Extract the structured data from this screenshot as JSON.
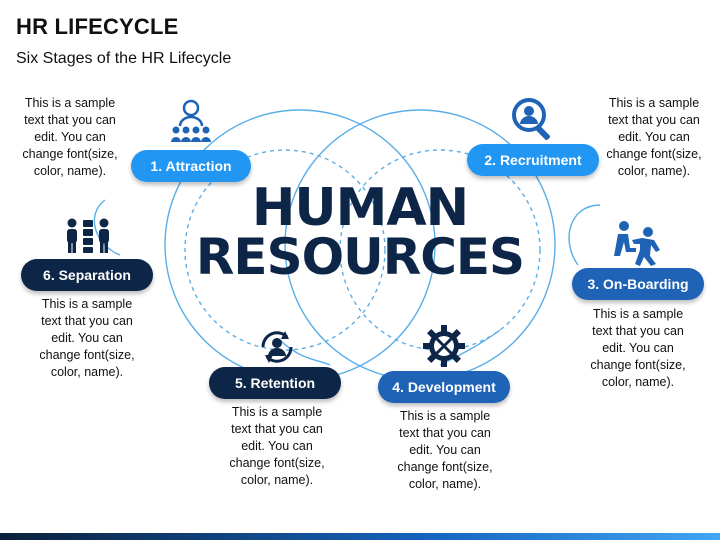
{
  "title": "HR LIFECYCLE",
  "subtitle": "Six Stages of the HR Lifecycle",
  "center": {
    "line1": "HUMAN",
    "line2": "RESOURCES"
  },
  "colors": {
    "dark_navy": "#0d2546",
    "mid_blue": "#1f63b6",
    "light_blue": "#2196f3",
    "circle_stroke": "#5aaee8"
  },
  "stages": [
    {
      "label": "1. Attraction",
      "icon": "group-person-icon",
      "text": [
        "This is a sample",
        "text that you can",
        "edit. You can",
        "change font(size,",
        "color, name)."
      ]
    },
    {
      "label": "2. Recruitment",
      "icon": "search-person-icon",
      "text": [
        "This is a sample",
        "text that you can",
        "edit. You can",
        "change font(size,",
        "color, name)."
      ]
    },
    {
      "label": "3. On-Boarding",
      "icon": "climbing-people-icon",
      "text": [
        "This is a sample",
        "text that you can",
        "edit. You can",
        "change font(size,",
        "color, name)."
      ]
    },
    {
      "label": "4. Development",
      "icon": "gear-tools-icon",
      "text": [
        "This is a sample",
        "text that you can",
        "edit. You can",
        "change font(size,",
        "color, name)."
      ]
    },
    {
      "label": "5. Retention",
      "icon": "refresh-person-icon",
      "text": [
        "This is a sample",
        "text that you can",
        "edit. You can",
        "change font(size,",
        "color, name)."
      ]
    },
    {
      "label": "6. Separation",
      "icon": "separated-people-icon",
      "text": [
        "This is a sample",
        "text that you can",
        "edit. You can",
        "change font(size,",
        "color, name)."
      ]
    }
  ]
}
